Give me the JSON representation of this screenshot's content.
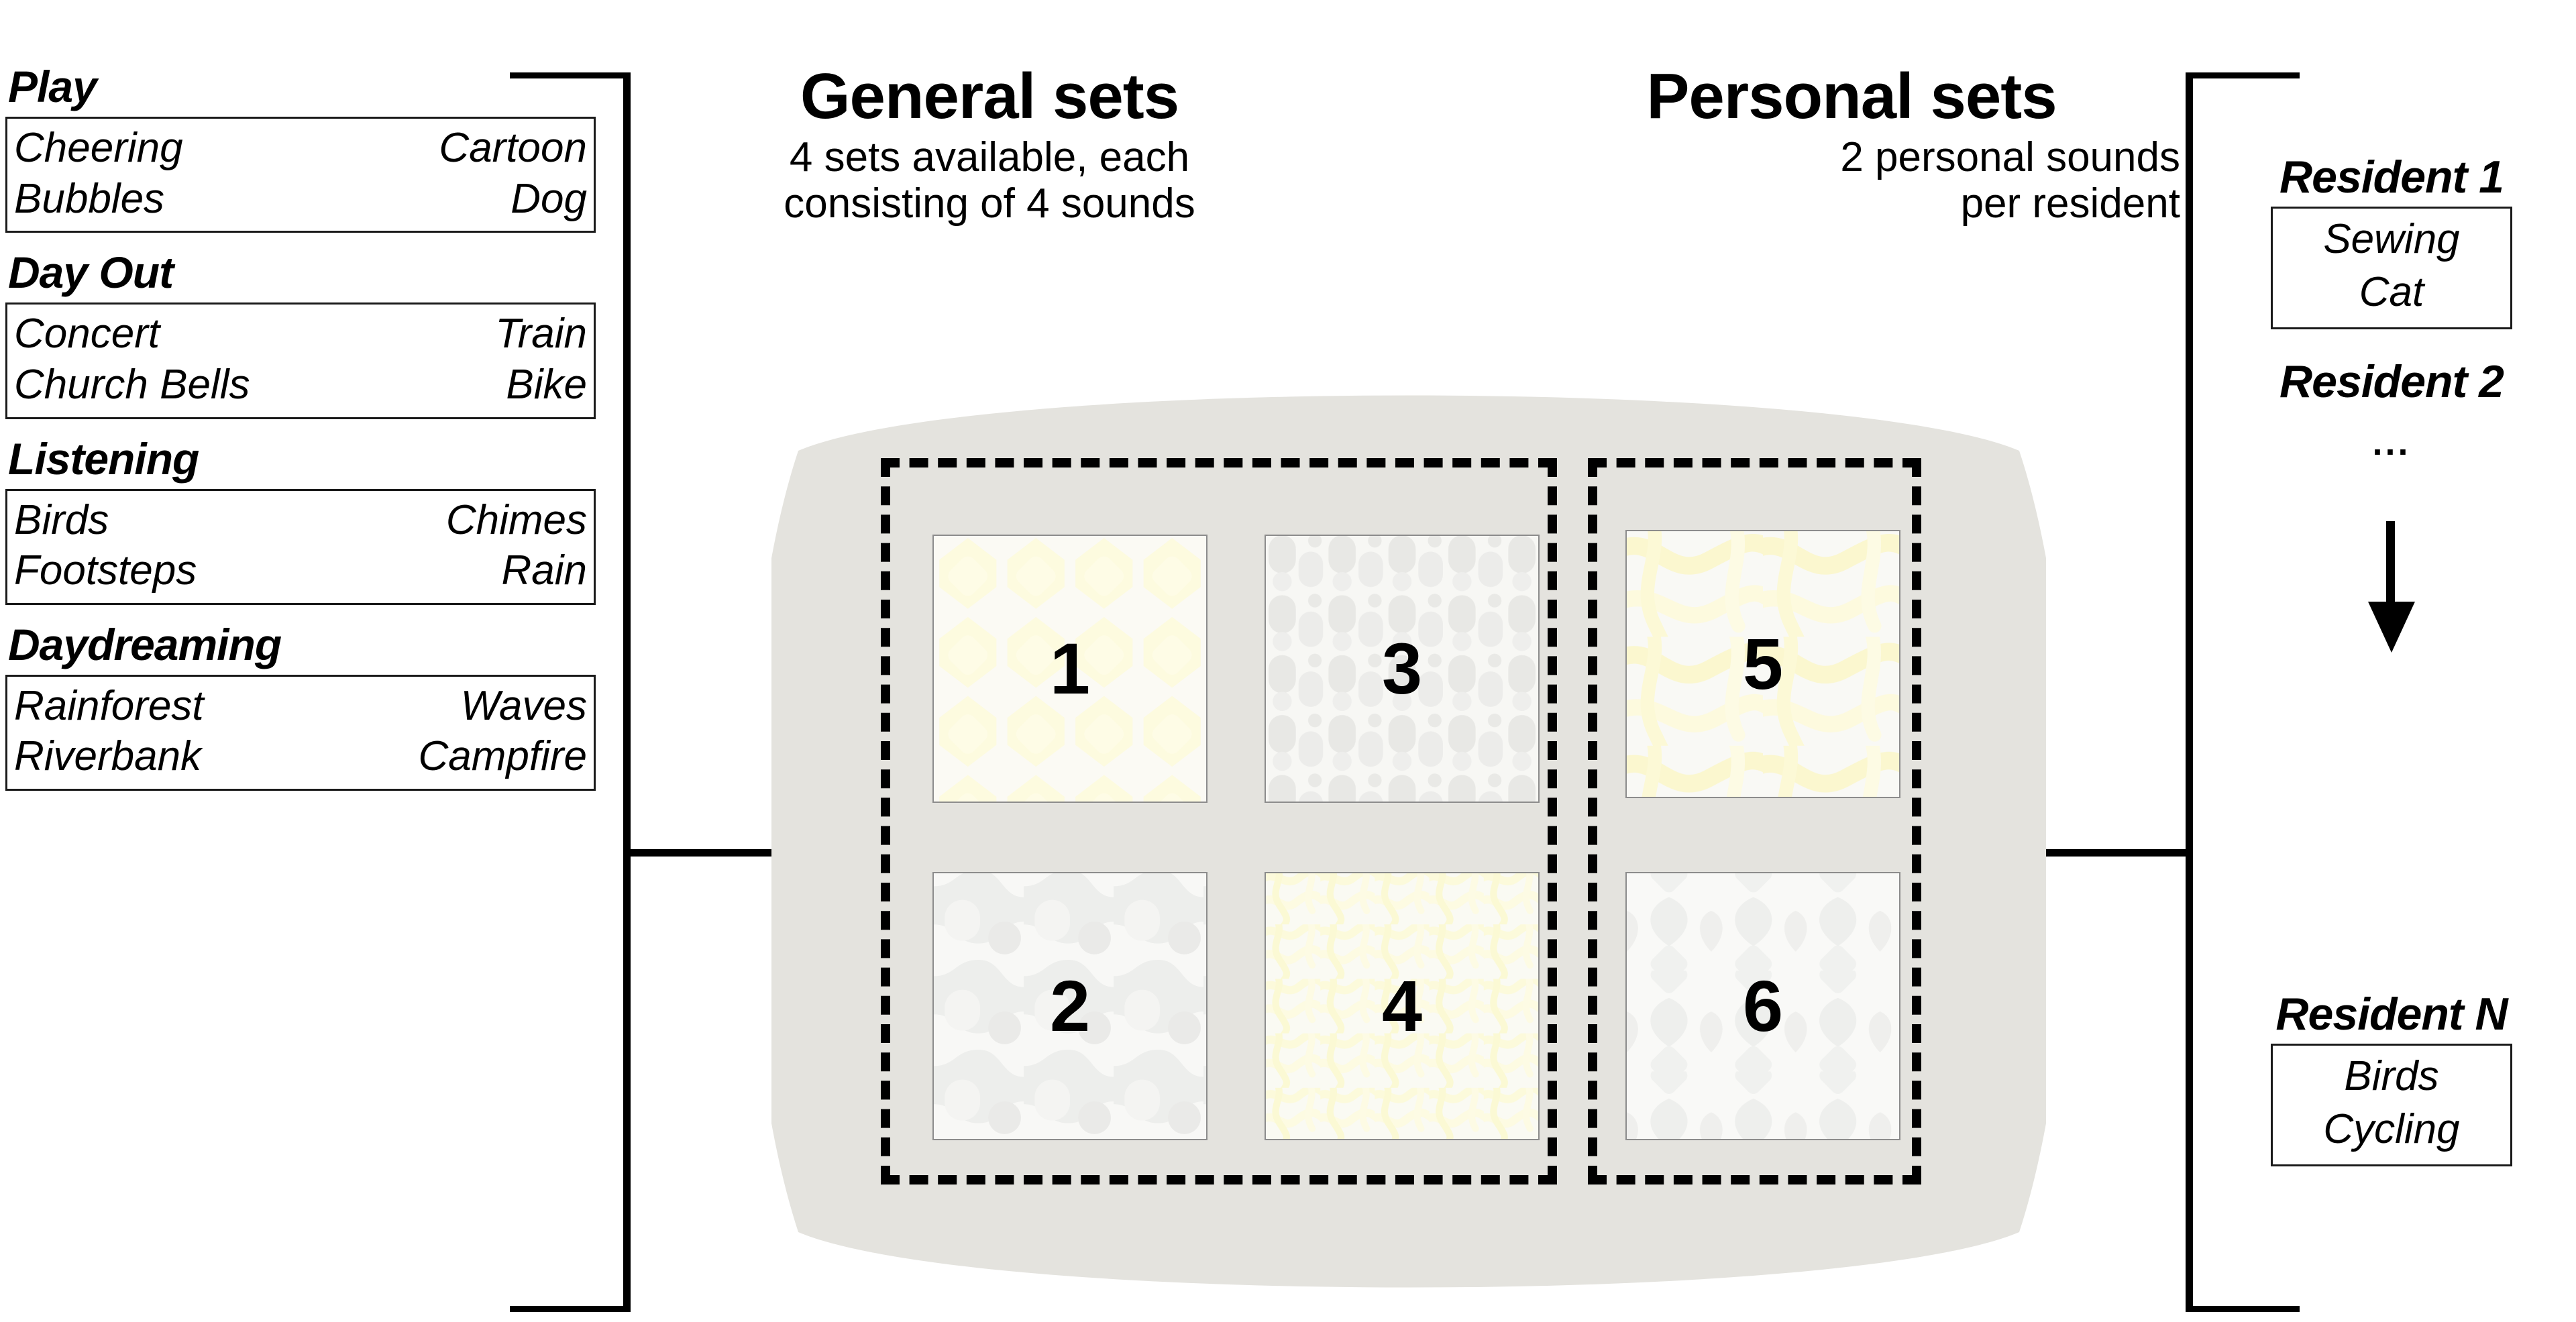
{
  "left": {
    "categories": [
      {
        "title": "Play",
        "sounds": [
          [
            "Cheering",
            "Cartoon"
          ],
          [
            "Bubbles",
            "Dog"
          ]
        ]
      },
      {
        "title": "Day Out",
        "sounds": [
          [
            "Concert",
            "Train"
          ],
          [
            "Church Bells",
            "Bike"
          ]
        ]
      },
      {
        "title": "Listening",
        "sounds": [
          [
            "Birds",
            "Chimes"
          ],
          [
            "Footsteps",
            "Rain"
          ]
        ]
      },
      {
        "title": "Daydreaming",
        "sounds": [
          [
            "Rainforest",
            "Waves"
          ],
          [
            "Riverbank",
            "Campfire"
          ]
        ]
      }
    ]
  },
  "general": {
    "title": "General sets",
    "subtitle_line1": "4 sets available, each",
    "subtitle_line2": "consisting of 4 sounds"
  },
  "personal": {
    "title": "Personal sets",
    "subtitle_line1": "2 personal sounds",
    "subtitle_line2": "per resident"
  },
  "cushion": {
    "color": "#e4e3de",
    "tiles": [
      {
        "number": "1",
        "pattern": "diamond-yellow",
        "group": "general"
      },
      {
        "number": "2",
        "pattern": "blob-grey",
        "group": "general"
      },
      {
        "number": "3",
        "pattern": "pebble-grey",
        "group": "general"
      },
      {
        "number": "4",
        "pattern": "squiggle-yellow",
        "group": "general"
      },
      {
        "number": "5",
        "pattern": "wave-yellow",
        "group": "personal"
      },
      {
        "number": "6",
        "pattern": "leaf-grey",
        "group": "personal"
      }
    ]
  },
  "right": {
    "resident1": {
      "title": "Resident 1",
      "sounds": [
        "Sewing",
        "Cat"
      ]
    },
    "resident2": {
      "title": "Resident 2",
      "ellipsis": "..."
    },
    "residentN": {
      "title": "Resident N",
      "sounds": [
        "Birds",
        "Cycling"
      ]
    },
    "arrow": "down-arrow"
  }
}
